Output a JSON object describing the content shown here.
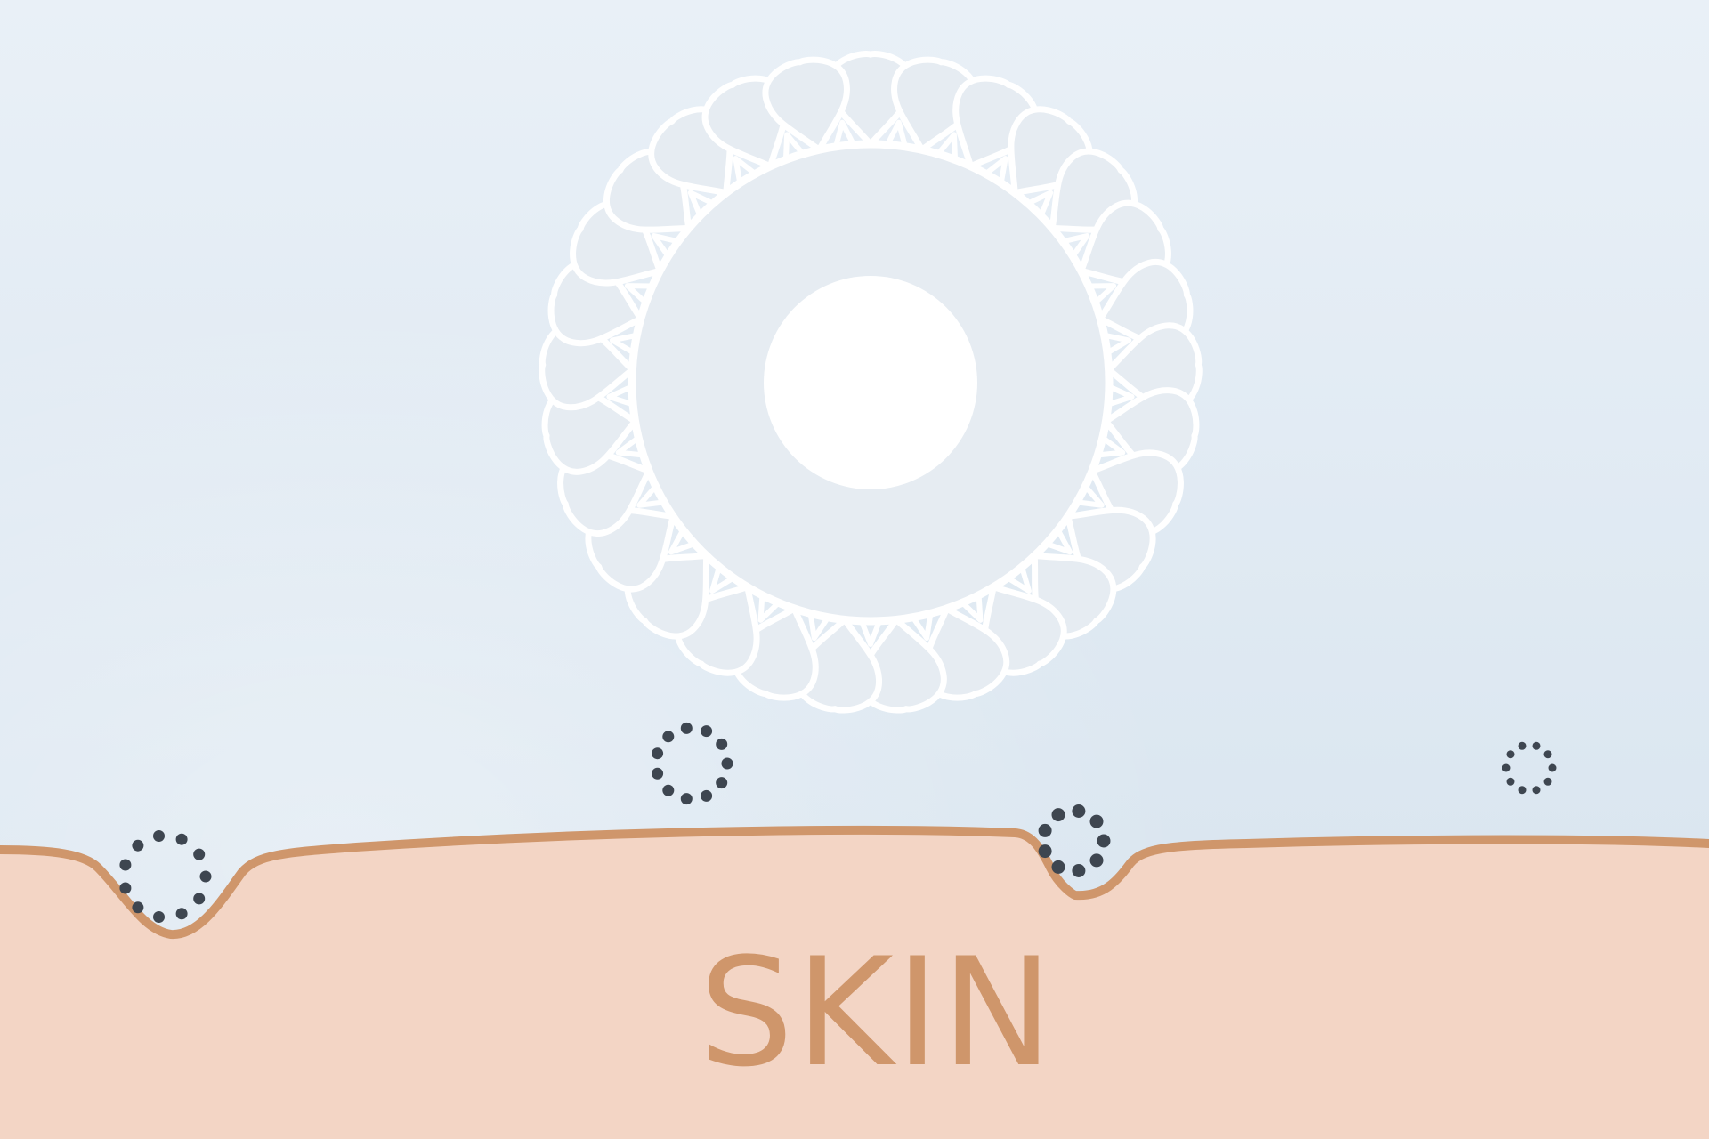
{
  "label": "SKIN",
  "colors": {
    "sky_top": "#e9f0f7",
    "sky_bottom": "#d6e3ee",
    "skin_fill": "#f3d5c5",
    "skin_line": "#cf966b",
    "label": "#cf966b",
    "micelle_stroke": "#ffffff",
    "micelle_core": "#ffffff",
    "micelle_inner": "#e6ecf2",
    "dirt_dot": "#3e4650"
  },
  "micelle": {
    "petal_count": 29
  },
  "dirt_particles": [
    {
      "id": "particle-free-left",
      "dot_count": 11
    },
    {
      "id": "particle-free-right",
      "dot_count": 10
    },
    {
      "id": "particle-in-pore-left",
      "dot_count": 11
    },
    {
      "id": "particle-in-pore-right",
      "dot_count": 9
    }
  ]
}
